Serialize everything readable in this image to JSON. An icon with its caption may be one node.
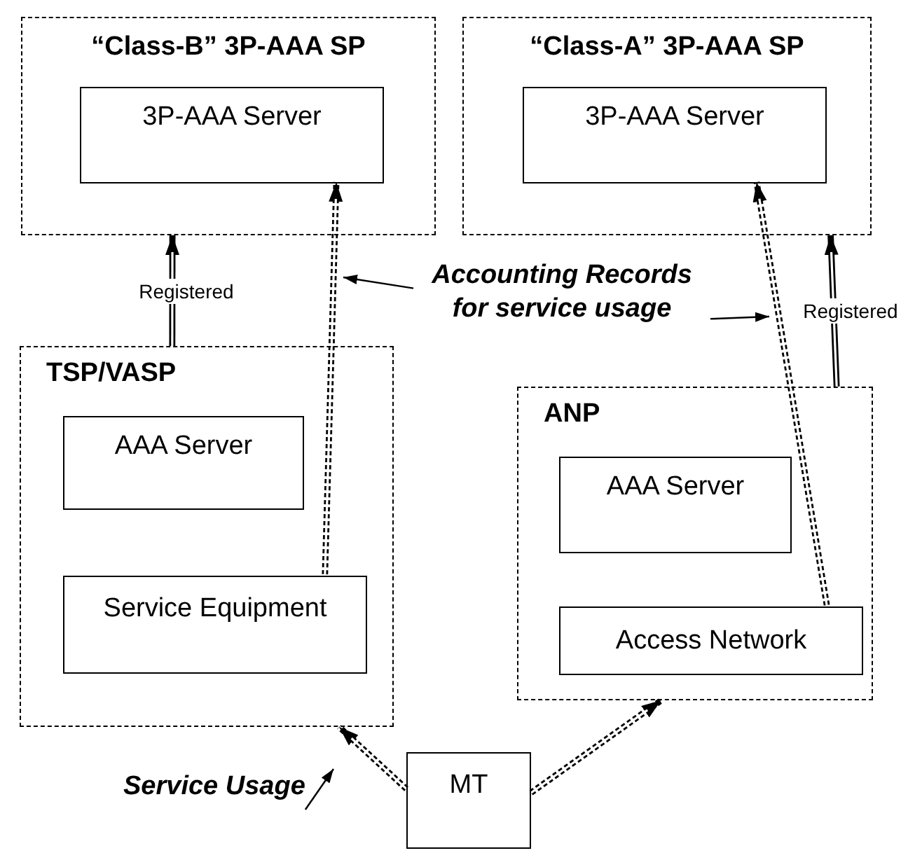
{
  "diagram": {
    "nodes": [
      {
        "text": [
          "“Class-B” 3P-AAA SP"
        ]
      },
      {
        "text": [
          "3P-AAA Server"
        ],
        "in": 0
      },
      {
        "text": [
          "“Class-A” 3P-AAA SP"
        ]
      },
      {
        "text": [
          "3P-AAA Server"
        ],
        "in": 2
      },
      {
        "text": [
          "TSP/VASP"
        ]
      },
      {
        "text": [
          "AAA Server"
        ],
        "in": 4
      },
      {
        "text": [
          "Service Equipment"
        ],
        "in": 4
      },
      {
        "text": [
          "ANP"
        ]
      },
      {
        "text": [
          "AAA Server"
        ],
        "in": 7
      },
      {
        "text": [
          "Access Network"
        ],
        "in": 7
      },
      {
        "text": [
          "MT"
        ]
      },
      {
        "text": [
          "Accounting Records for service usage"
        ]
      },
      {
        "text": [
          "Service Usage"
        ]
      }
    ],
    "edges": [
      {
        "from": 4,
        "to": 0,
        "arrow": "to",
        "label": "Registered"
      },
      {
        "from": 9,
        "to": 3,
        "arrow": "to",
        "style": "dashed"
      },
      {
        "from": 6,
        "to": 1,
        "arrow": "to",
        "style": "dashed"
      },
      {
        "from": 10,
        "to": 4,
        "arrow": "to",
        "style": "dashed"
      },
      {
        "from": 10,
        "to": 7,
        "arrow": "to",
        "style": "dashed"
      },
      {
        "from": 7,
        "to": 2,
        "arrow": "to",
        "label": "Registered"
      },
      {
        "from": 11,
        "to": null,
        "arrow": "to"
      },
      {
        "from": 11,
        "to": null,
        "arrow": "to"
      },
      {
        "from": 12,
        "to": null,
        "arrow": "to"
      }
    ]
  }
}
